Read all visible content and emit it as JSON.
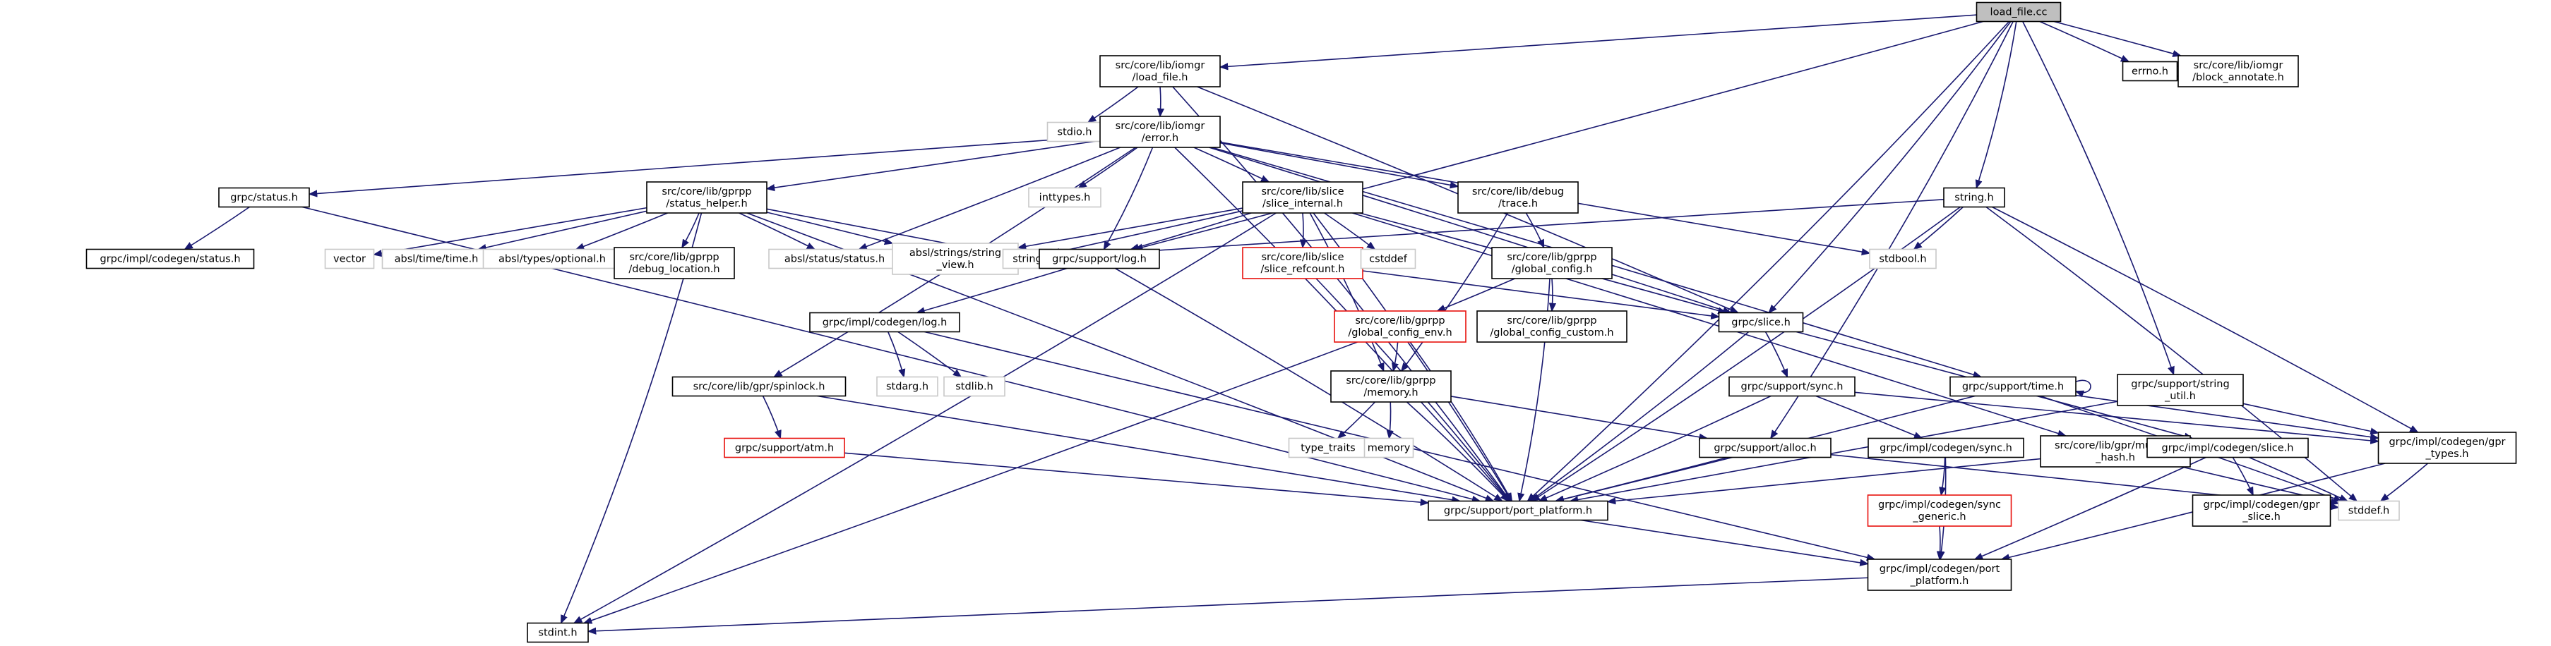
{
  "graph": {
    "colors": {
      "edge": "#191970",
      "root_fill": "#bfbfbf",
      "normal_border": "#000000",
      "missing_border": "#c8c8c8",
      "truncated_border": "#e8100c"
    },
    "nodes": [
      {
        "id": "load_file_cc",
        "label": [
          "load_file.cc"
        ],
        "style": "root"
      },
      {
        "id": "iomgr_load_file_h",
        "label": [
          "src/core/lib/iomgr",
          "/load_file.h"
        ],
        "style": "normal"
      },
      {
        "id": "errno_h",
        "label": [
          "errno.h"
        ],
        "style": "normal"
      },
      {
        "id": "block_annotate_h",
        "label": [
          "src/core/lib/iomgr",
          "/block_annotate.h"
        ],
        "style": "normal"
      },
      {
        "id": "stdio_h",
        "label": [
          "stdio.h"
        ],
        "style": "missing"
      },
      {
        "id": "error_h",
        "label": [
          "src/core/lib/iomgr",
          "/error.h"
        ],
        "style": "normal"
      },
      {
        "id": "string_h",
        "label": [
          "string.h"
        ],
        "style": "normal"
      },
      {
        "id": "grpc_status_h",
        "label": [
          "grpc/status.h"
        ],
        "style": "normal"
      },
      {
        "id": "status_helper_h",
        "label": [
          "src/core/lib/gprpp",
          "/status_helper.h"
        ],
        "style": "normal"
      },
      {
        "id": "inttypes_h",
        "label": [
          "inttypes.h"
        ],
        "style": "missing"
      },
      {
        "id": "slice_internal_h",
        "label": [
          "src/core/lib/slice",
          "/slice_internal.h"
        ],
        "style": "normal"
      },
      {
        "id": "debug_trace_h",
        "label": [
          "src/core/lib/debug",
          "/trace.h"
        ],
        "style": "normal"
      },
      {
        "id": "impl_codegen_status_h",
        "label": [
          "grpc/impl/codegen/status.h"
        ],
        "style": "normal"
      },
      {
        "id": "vector",
        "label": [
          "vector"
        ],
        "style": "missing"
      },
      {
        "id": "absl_time_h",
        "label": [
          "absl/time/time.h"
        ],
        "style": "missing"
      },
      {
        "id": "absl_optional_h",
        "label": [
          "absl/types/optional.h"
        ],
        "style": "missing"
      },
      {
        "id": "debug_location_h",
        "label": [
          "src/core/lib/gprpp",
          "/debug_location.h"
        ],
        "style": "normal"
      },
      {
        "id": "absl_status_h",
        "label": [
          "absl/status/status.h"
        ],
        "style": "missing"
      },
      {
        "id": "absl_string_view_h",
        "label": [
          "absl/strings/string",
          "_view.h"
        ],
        "style": "missing"
      },
      {
        "id": "string",
        "label": [
          "string"
        ],
        "style": "missing"
      },
      {
        "id": "support_log_h",
        "label": [
          "grpc/support/log.h"
        ],
        "style": "normal"
      },
      {
        "id": "slice_refcount_h",
        "label": [
          "src/core/lib/slice",
          "/slice_refcount.h"
        ],
        "style": "truncated"
      },
      {
        "id": "cstddef",
        "label": [
          "cstddef"
        ],
        "style": "missing"
      },
      {
        "id": "global_config_h",
        "label": [
          "src/core/lib/gprpp",
          "/global_config.h"
        ],
        "style": "normal"
      },
      {
        "id": "stdbool_h",
        "label": [
          "stdbool.h"
        ],
        "style": "missing"
      },
      {
        "id": "codegen_log_h",
        "label": [
          "grpc/impl/codegen/log.h"
        ],
        "style": "normal"
      },
      {
        "id": "global_config_env_h",
        "label": [
          "src/core/lib/gprpp",
          "/global_config_env.h"
        ],
        "style": "truncated"
      },
      {
        "id": "global_config_custom_h",
        "label": [
          "src/core/lib/gprpp",
          "/global_config_custom.h"
        ],
        "style": "normal"
      },
      {
        "id": "grpc_slice_h",
        "label": [
          "grpc/slice.h"
        ],
        "style": "normal"
      },
      {
        "id": "spinlock_h",
        "label": [
          "src/core/lib/gpr/spinlock.h"
        ],
        "style": "normal"
      },
      {
        "id": "stdarg_h",
        "label": [
          "stdarg.h"
        ],
        "style": "missing"
      },
      {
        "id": "stdlib_h",
        "label": [
          "stdlib.h"
        ],
        "style": "missing"
      },
      {
        "id": "gprpp_memory_h",
        "label": [
          "src/core/lib/gprpp",
          "/memory.h"
        ],
        "style": "normal"
      },
      {
        "id": "support_sync_h",
        "label": [
          "grpc/support/sync.h"
        ],
        "style": "normal"
      },
      {
        "id": "support_time_h",
        "label": [
          "grpc/support/time.h"
        ],
        "style": "normal"
      },
      {
        "id": "support_string_util_h",
        "label": [
          "grpc/support/string",
          "_util.h"
        ],
        "style": "normal"
      },
      {
        "id": "support_atm_h",
        "label": [
          "grpc/support/atm.h"
        ],
        "style": "truncated"
      },
      {
        "id": "type_traits",
        "label": [
          "type_traits"
        ],
        "style": "missing"
      },
      {
        "id": "memory",
        "label": [
          "memory"
        ],
        "style": "missing"
      },
      {
        "id": "support_alloc_h",
        "label": [
          "grpc/support/alloc.h"
        ],
        "style": "normal"
      },
      {
        "id": "codegen_sync_h",
        "label": [
          "grpc/impl/codegen/sync.h"
        ],
        "style": "normal"
      },
      {
        "id": "murmur_hash_h",
        "label": [
          "src/core/lib/gpr/murmur",
          "_hash.h"
        ],
        "style": "normal"
      },
      {
        "id": "codegen_slice_h",
        "label": [
          "grpc/impl/codegen/slice.h"
        ],
        "style": "normal"
      },
      {
        "id": "codegen_gpr_types_h",
        "label": [
          "grpc/impl/codegen/gpr",
          "_types.h"
        ],
        "style": "normal"
      },
      {
        "id": "port_platform_h",
        "label": [
          "grpc/support/port_platform.h"
        ],
        "style": "normal"
      },
      {
        "id": "stddef_h",
        "label": [
          "stddef.h"
        ],
        "style": "missing"
      },
      {
        "id": "codegen_sync_generic_h",
        "label": [
          "grpc/impl/codegen/sync",
          "_generic.h"
        ],
        "style": "truncated"
      },
      {
        "id": "codegen_gpr_slice_h",
        "label": [
          "grpc/impl/codegen/gpr",
          "_slice.h"
        ],
        "style": "normal"
      },
      {
        "id": "codegen_port_platform_h",
        "label": [
          "grpc/impl/codegen/port",
          "_platform.h"
        ],
        "style": "normal"
      },
      {
        "id": "stdint_h",
        "label": [
          "stdint.h"
        ],
        "style": "normal"
      }
    ],
    "edges": [
      [
        "load_file_cc",
        "iomgr_load_file_h"
      ],
      [
        "load_file_cc",
        "errno_h"
      ],
      [
        "load_file_cc",
        "block_annotate_h"
      ],
      [
        "load_file_cc",
        "string_h"
      ],
      [
        "load_file_cc",
        "support_log_h"
      ],
      [
        "load_file_cc",
        "grpc_slice_h"
      ],
      [
        "load_file_cc",
        "support_alloc_h"
      ],
      [
        "load_file_cc",
        "support_string_util_h"
      ],
      [
        "load_file_cc",
        "port_platform_h"
      ],
      [
        "errno_h",
        "errno_h"
      ],
      [
        "iomgr_load_file_h",
        "stdio_h"
      ],
      [
        "iomgr_load_file_h",
        "error_h"
      ],
      [
        "iomgr_load_file_h",
        "grpc_slice_h"
      ],
      [
        "iomgr_load_file_h",
        "port_platform_h"
      ],
      [
        "error_h",
        "inttypes_h"
      ],
      [
        "error_h",
        "stdbool_h"
      ],
      [
        "error_h",
        "absl_status_h"
      ],
      [
        "error_h",
        "grpc_slice_h"
      ],
      [
        "error_h",
        "grpc_status_h"
      ],
      [
        "error_h",
        "support_log_h"
      ],
      [
        "error_h",
        "support_time_h"
      ],
      [
        "error_h",
        "spinlock_h"
      ],
      [
        "error_h",
        "debug_trace_h"
      ],
      [
        "error_h",
        "slice_internal_h"
      ],
      [
        "error_h",
        "status_helper_h"
      ],
      [
        "error_h",
        "port_platform_h"
      ],
      [
        "grpc_status_h",
        "impl_codegen_status_h"
      ],
      [
        "grpc_status_h",
        "port_platform_h"
      ],
      [
        "status_helper_h",
        "vector"
      ],
      [
        "status_helper_h",
        "absl_time_h"
      ],
      [
        "status_helper_h",
        "absl_optional_h"
      ],
      [
        "status_helper_h",
        "debug_location_h"
      ],
      [
        "status_helper_h",
        "absl_status_h"
      ],
      [
        "status_helper_h",
        "absl_string_view_h"
      ],
      [
        "status_helper_h",
        "string"
      ],
      [
        "status_helper_h",
        "stdint_h"
      ],
      [
        "status_helper_h",
        "port_platform_h"
      ],
      [
        "slice_internal_h",
        "absl_string_view_h"
      ],
      [
        "slice_internal_h",
        "string"
      ],
      [
        "slice_internal_h",
        "support_log_h"
      ],
      [
        "slice_internal_h",
        "slice_refcount_h"
      ],
      [
        "slice_internal_h",
        "cstddef"
      ],
      [
        "slice_internal_h",
        "grpc_slice_h"
      ],
      [
        "slice_internal_h",
        "gprpp_memory_h"
      ],
      [
        "slice_internal_h",
        "murmur_hash_h"
      ],
      [
        "slice_internal_h",
        "stdint_h"
      ],
      [
        "slice_internal_h",
        "port_platform_h"
      ],
      [
        "slice_refcount_h",
        "grpc_slice_h"
      ],
      [
        "slice_refcount_h",
        "port_platform_h"
      ],
      [
        "debug_trace_h",
        "global_config_h"
      ],
      [
        "debug_trace_h",
        "gprpp_memory_h"
      ],
      [
        "global_config_h",
        "global_config_env_h"
      ],
      [
        "global_config_h",
        "global_config_custom_h"
      ],
      [
        "global_config_h",
        "port_platform_h"
      ],
      [
        "global_config_env_h",
        "gprpp_memory_h"
      ],
      [
        "global_config_env_h",
        "stdint_h"
      ],
      [
        "global_config_env_h",
        "port_platform_h"
      ],
      [
        "string_h",
        "stdbool_h"
      ],
      [
        "string_h",
        "string"
      ],
      [
        "string_h",
        "stddef_h"
      ],
      [
        "string_h",
        "codegen_gpr_types_h"
      ],
      [
        "string_h",
        "port_platform_h"
      ],
      [
        "support_log_h",
        "codegen_log_h"
      ],
      [
        "support_log_h",
        "port_platform_h"
      ],
      [
        "codegen_log_h",
        "stdarg_h"
      ],
      [
        "codegen_log_h",
        "stdlib_h"
      ],
      [
        "codegen_log_h",
        "codegen_port_platform_h"
      ],
      [
        "grpc_slice_h",
        "support_sync_h"
      ],
      [
        "grpc_slice_h",
        "codegen_slice_h"
      ],
      [
        "grpc_slice_h",
        "port_platform_h"
      ],
      [
        "spinlock_h",
        "support_atm_h"
      ],
      [
        "spinlock_h",
        "port_platform_h"
      ],
      [
        "support_atm_h",
        "port_platform_h"
      ],
      [
        "gprpp_memory_h",
        "type_traits"
      ],
      [
        "gprpp_memory_h",
        "memory"
      ],
      [
        "gprpp_memory_h",
        "support_alloc_h"
      ],
      [
        "gprpp_memory_h",
        "port_platform_h"
      ],
      [
        "support_sync_h",
        "codegen_sync_h"
      ],
      [
        "support_sync_h",
        "codegen_gpr_types_h"
      ],
      [
        "support_sync_h",
        "port_platform_h"
      ],
      [
        "support_time_h",
        "support_time_h"
      ],
      [
        "support_time_h",
        "codegen_gpr_types_h"
      ],
      [
        "support_time_h",
        "stddef_h"
      ],
      [
        "support_time_h",
        "port_platform_h"
      ],
      [
        "support_string_util_h",
        "codegen_gpr_types_h"
      ],
      [
        "support_string_util_h",
        "port_platform_h"
      ],
      [
        "support_alloc_h",
        "stddef_h"
      ],
      [
        "support_alloc_h",
        "port_platform_h"
      ],
      [
        "codegen_sync_h",
        "codegen_sync_generic_h"
      ],
      [
        "codegen_sync_h",
        "codegen_port_platform_h"
      ],
      [
        "codegen_sync_generic_h",
        "codegen_port_platform_h"
      ],
      [
        "murmur_hash_h",
        "stddef_h"
      ],
      [
        "murmur_hash_h",
        "port_platform_h"
      ],
      [
        "codegen_slice_h",
        "stddef_h"
      ],
      [
        "codegen_slice_h",
        "codegen_gpr_slice_h"
      ],
      [
        "codegen_slice_h",
        "codegen_port_platform_h"
      ],
      [
        "codegen_gpr_types_h",
        "stddef_h"
      ],
      [
        "codegen_gpr_types_h",
        "codegen_port_platform_h"
      ],
      [
        "port_platform_h",
        "codegen_port_platform_h"
      ],
      [
        "codegen_port_platform_h",
        "stdint_h"
      ]
    ]
  }
}
